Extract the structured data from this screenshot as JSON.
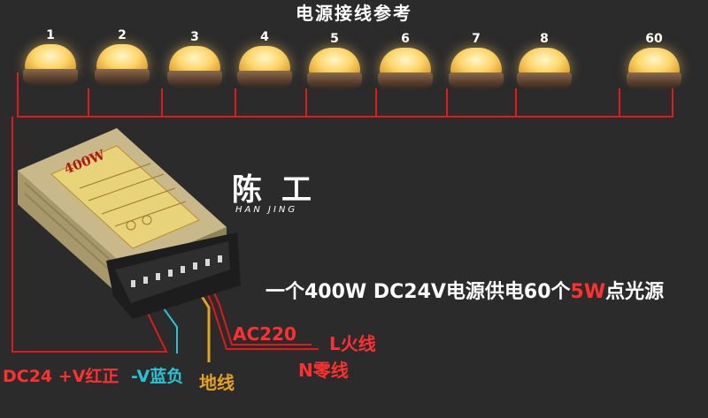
{
  "title": "电源接线参考",
  "lamps": [
    "1",
    "2",
    "3",
    "4",
    "5",
    "6",
    "7",
    "8",
    "60"
  ],
  "brand": {
    "cn": "陈工",
    "en": "HAN JING"
  },
  "psu_label": {
    "power": "400W"
  },
  "description": {
    "before": "一个400W DC24V电源供电60个",
    "highlight": "5W",
    "after": "点光源"
  },
  "labels": {
    "ac220": "AC220",
    "live": "L火线",
    "neutral": "N零线",
    "positive": "DC24 +V红正",
    "negative": "-V蓝负",
    "ground": "地线"
  },
  "colors": {
    "red_wire": "#e01a1a",
    "blue_wire": "#29c3d6",
    "ground_wire": "#e3a220",
    "highlight": "#ff3030"
  }
}
